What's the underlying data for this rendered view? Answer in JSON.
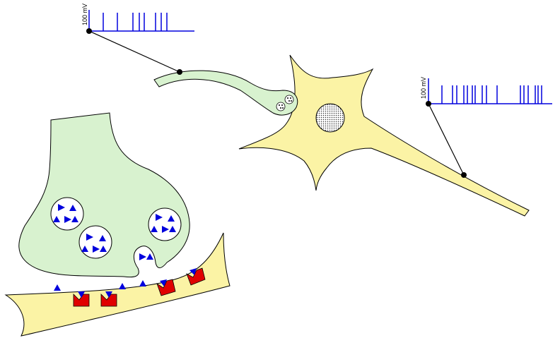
{
  "recordings": {
    "upper_left": {
      "scale_label": "100 mV"
    },
    "right": {
      "scale_label": "100 mV"
    }
  },
  "colors": {
    "cell_body_fill": "#fbf3a5",
    "presynaptic_fill": "#d8f2cf",
    "spike_trace": "#0000dd",
    "transmitter": "#0000dd",
    "receptor": "#e00000",
    "outline": "#000000"
  },
  "icons": {
    "transmitter": "blue-triangle",
    "receptor": "red-receptor-cup",
    "vesicle": "white-circle",
    "nucleus": "dotted-circle",
    "electrode": "black-dot"
  }
}
